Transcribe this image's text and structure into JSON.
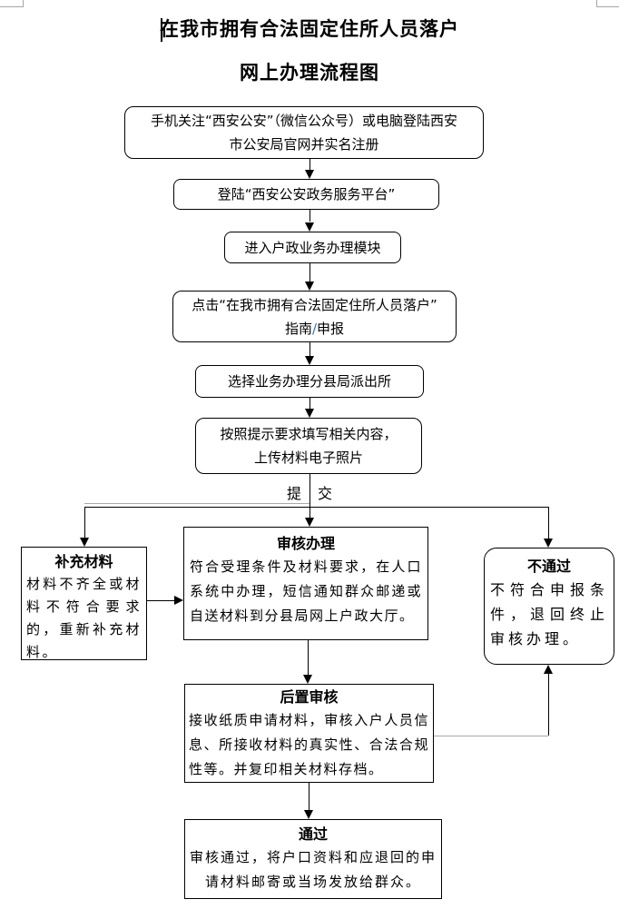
{
  "page": {
    "title_line1": "在我市拥有合法固定住所人员落户",
    "title_line2": "网上办理流程图"
  },
  "flow": {
    "step1_line1": "手机关注“西安公安”（微信公众号）或电脑登陆西安",
    "step1_line2": "市公安局官网并实名注册",
    "step2": "登陆“西安公安政务服务平台”",
    "step3": "进入户政业务办理模块",
    "step4_line1": "点击“在我市拥有合法固定住所人员落户”",
    "step4_guide": "指南",
    "step4_slash": "/",
    "step4_apply": "申报",
    "step5": "选择业务办理分县局派出所",
    "step6_line1": "按照提示要求填写相关内容，",
    "step6_line2": "上传材料电子照片",
    "submit_left": "提",
    "submit_right": "交",
    "supplement_title": "补充材料",
    "supplement_body": "材料不齐全或材料不符合要求的，重新补充材料。",
    "review_title": "审核办理",
    "review_body": "符合受理条件及材料要求，在人口系统中办理，短信通知群众邮递或自送材料到分县局网上户政大厅。",
    "reject_title": "不通过",
    "reject_body": "不符合申报条件，退回终止审核办理。",
    "post_review_title": "后置审核",
    "post_review_body": "接收纸质申请材料，审核入户人员信息、所接收材料的真实性、合法合规性等。并复印相关材料存档。",
    "pass_title": "通过",
    "pass_body": "审核通过，将户口资料和应退回的申请材料邮寄或当场发放给群众。"
  },
  "colors": {
    "slash_accent": "#2e75b6",
    "page_mark_gray": "#a6a6a6",
    "connector_gray": "#a8a8a8",
    "line_black": "#000000"
  }
}
